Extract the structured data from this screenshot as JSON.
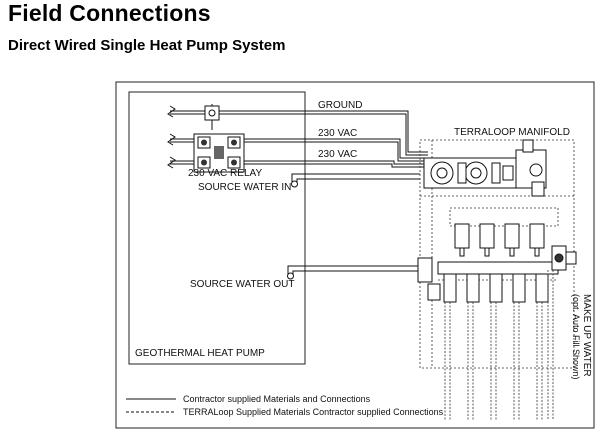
{
  "header": {
    "title": "Field Connections",
    "subtitle": "Direct Wired Single Heat Pump System"
  },
  "diagram": {
    "labels": {
      "ground": "GROUND",
      "vac_1": "230 VAC",
      "vac_2": "230 VAC",
      "relay": "230 VAC RELAY",
      "source_in": "SOURCE WATER IN",
      "source_out": "SOURCE WATER OUT",
      "heat_pump": "GEOTHERMAL HEAT PUMP",
      "manifold": "TERRALOOP MANIFOLD",
      "makeup_water": "MAKE UP WATER",
      "auto_fill": "(opt. Auto Fill Shown)"
    },
    "legend": {
      "contractor": "Contractor supplied Materials and Connections",
      "terraloop": "TERRALoop Supplied Materials Contractor supplied Connections"
    }
  }
}
